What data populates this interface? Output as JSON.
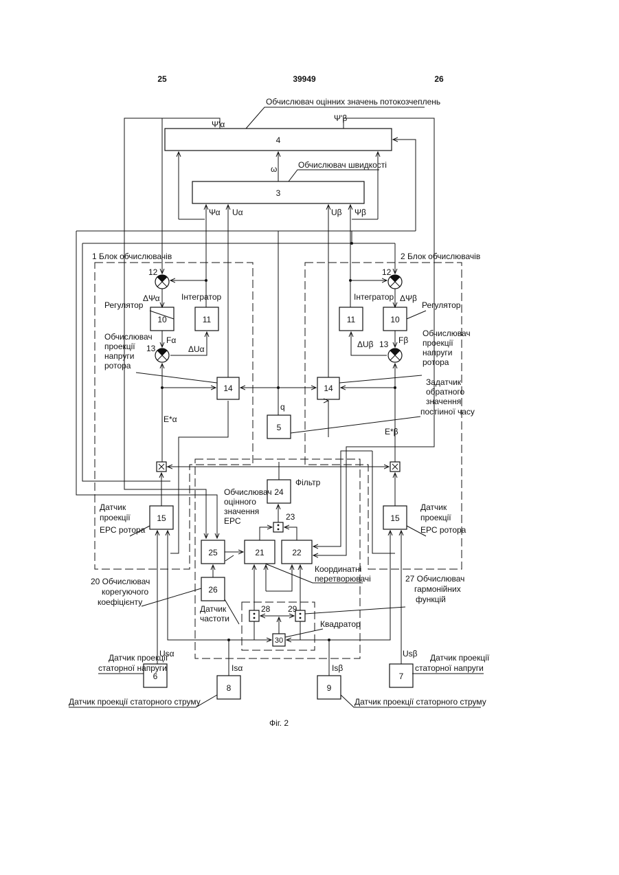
{
  "header": {
    "left": "25",
    "center": "39949",
    "right": "26"
  },
  "caption": "Фіг. 2",
  "blocks": {
    "b1": "1 Блок обчислювачів",
    "b2": "2 Блок обчислювачів"
  },
  "labels": {
    "flux_calc": "Обчислювач оцінних значень потокозчеплень",
    "speed_calc": "Обчислювач швидкості",
    "regulator": "Регулятор",
    "integrator": "Інтегратор",
    "rotor_voltage_calc": [
      "Обчислювач",
      "проекції",
      "напруги",
      "ротора"
    ],
    "time_const_setter": [
      "Задатчик",
      "обратного",
      "значення",
      "постіиної часу"
    ],
    "filter": "Фільтр",
    "emf_calc": [
      "Обчислювач",
      "оцінного",
      "значення",
      "ЕРС"
    ],
    "emf_sensor": [
      "Датчик",
      "проекції",
      "ЕРС ротора"
    ],
    "correction_calc": [
      "20 Обчислювач",
      "корегуючого",
      "коефіцієнту"
    ],
    "coord_transform": [
      "Координатні",
      "перетворювачі"
    ],
    "harmonic_calc": [
      "27 Обчислювач",
      "гармонійних",
      "функцій"
    ],
    "freq_sensor": [
      "Датчик",
      "частоти"
    ],
    "squarer": "Квадратор",
    "stator_voltage_sensor": [
      "Датчик проекції",
      "статорної напруги"
    ],
    "stator_current_sensor": "Датчик проекції статорного струму"
  },
  "signals": {
    "psi_a_est": "Ψ'α",
    "psi_b_est": "Ψ'β",
    "omega": "ω",
    "psi_a": "Ψα",
    "u_a": "Uα",
    "u_b": "Uβ",
    "psi_b": "Ψβ",
    "dpsi_a": "ΔΨα",
    "dpsi_b": "ΔΨβ",
    "f_a": "Fα",
    "f_b": "Fβ",
    "du_a": "ΔUα",
    "du_b": "ΔUβ",
    "q": "q",
    "e_a": "E*α",
    "e_b": "E*β",
    "us_a": "Usα",
    "us_b": "Usβ",
    "is_a": "Isα",
    "is_b": "Isβ"
  },
  "nums": {
    "n3": "3",
    "n4": "4",
    "n5": "5",
    "n6": "6",
    "n7": "7",
    "n8": "8",
    "n9": "9",
    "n10": "10",
    "n11": "11",
    "n12": "12",
    "n13": "13",
    "n14": "14",
    "n15": "15",
    "n21": "21",
    "n22": "22",
    "n23": "23",
    "n24": "24",
    "n25": "25",
    "n26": "26",
    "n28": "28",
    "n29": "29",
    "n30": "30"
  }
}
